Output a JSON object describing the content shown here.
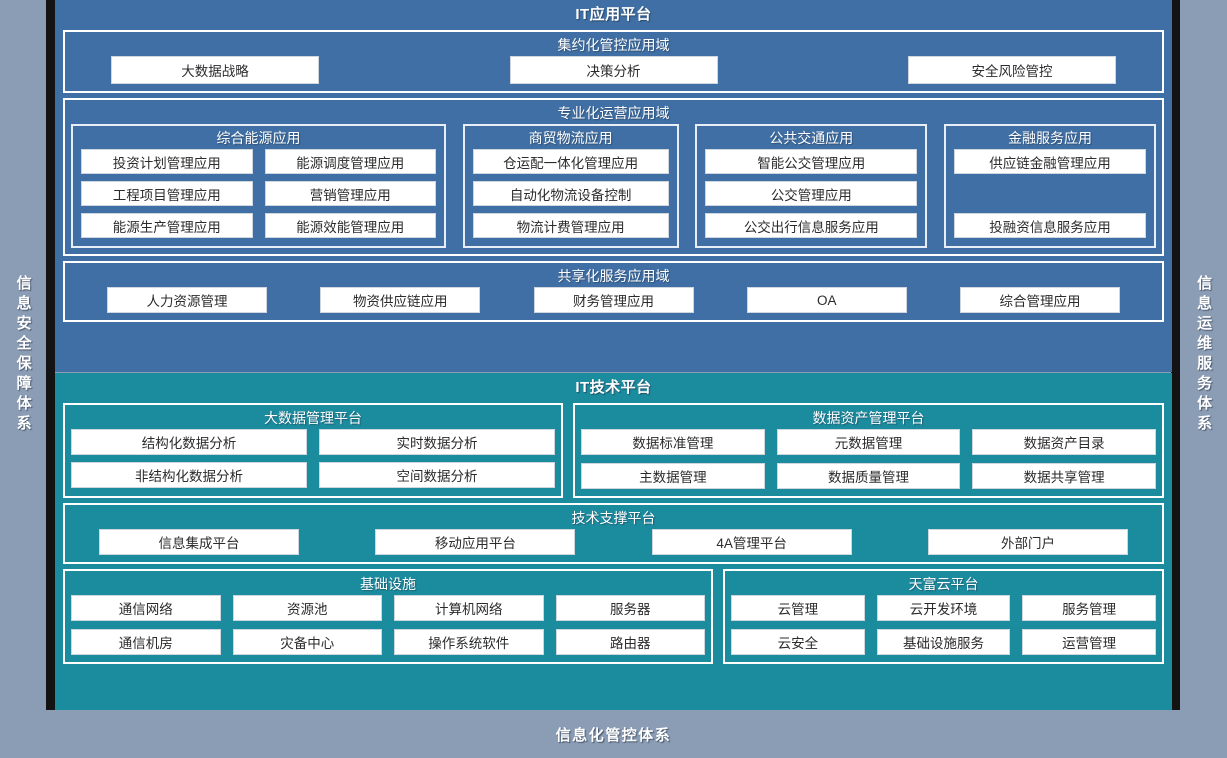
{
  "colors": {
    "page_background": "#8b9cb5",
    "application_platform": "#3f6fa4",
    "technology_platform": "#1a8c9e",
    "chip_background": "#ffffff",
    "border": "#ffffff",
    "divider_black": "#131313"
  },
  "rails": {
    "left": "信息安全保障体系",
    "right": "信息运维服务体系"
  },
  "bottom_bar": {
    "label": "信息化管控体系"
  },
  "application_platform": {
    "title": "IT应用平台",
    "bands": [
      {
        "title": "集约化管控应用域",
        "items": [
          "大数据战略",
          "决策分析",
          "安全风险管控"
        ]
      },
      {
        "title": "专业化运营应用域",
        "subpanels": [
          {
            "title": "综合能源应用",
            "items": [
              "投资计划管理应用",
              "能源调度管理应用",
              "工程项目管理应用",
              "营销管理应用",
              "能源生产管理应用",
              "能源效能管理应用"
            ]
          },
          {
            "title": "商贸物流应用",
            "items": [
              "仓运配一体化管理应用",
              "自动化物流设备控制",
              "物流计费管理应用"
            ]
          },
          {
            "title": "公共交通应用",
            "items": [
              "智能公交管理应用",
              "公交管理应用",
              "公交出行信息服务应用"
            ]
          },
          {
            "title": "金融服务应用",
            "items": [
              "供应链金融管理应用",
              "",
              "投融资信息服务应用"
            ]
          }
        ]
      },
      {
        "title": "共享化服务应用域",
        "items": [
          "人力资源管理",
          "物资供应链应用",
          "财务管理应用",
          "OA",
          "综合管理应用"
        ]
      }
    ]
  },
  "technology_platform": {
    "title": "IT技术平台",
    "row_top": [
      {
        "title": "大数据管理平台",
        "items": [
          "结构化数据分析",
          "实时数据分析",
          "非结构化数据分析",
          "空间数据分析"
        ]
      },
      {
        "title": "数据资产管理平台",
        "items": [
          "数据标准管理",
          "元数据管理",
          "数据资产目录",
          "主数据管理",
          "数据质量管理",
          "数据共享管理"
        ]
      }
    ],
    "row_support": {
      "title": "技术支撑平台",
      "items": [
        "信息集成平台",
        "移动应用平台",
        "4A管理平台",
        "外部门户"
      ]
    },
    "row_bottom": [
      {
        "title": "基础设施",
        "items": [
          "通信网络",
          "资源池",
          "计算机网络",
          "服务器",
          "通信机房",
          "灾备中心",
          "操作系统软件",
          "路由器"
        ]
      },
      {
        "title": "天富云平台",
        "items": [
          "云管理",
          "云开发环境",
          "服务管理",
          "云安全",
          "基础设施服务",
          "运营管理"
        ]
      }
    ]
  }
}
